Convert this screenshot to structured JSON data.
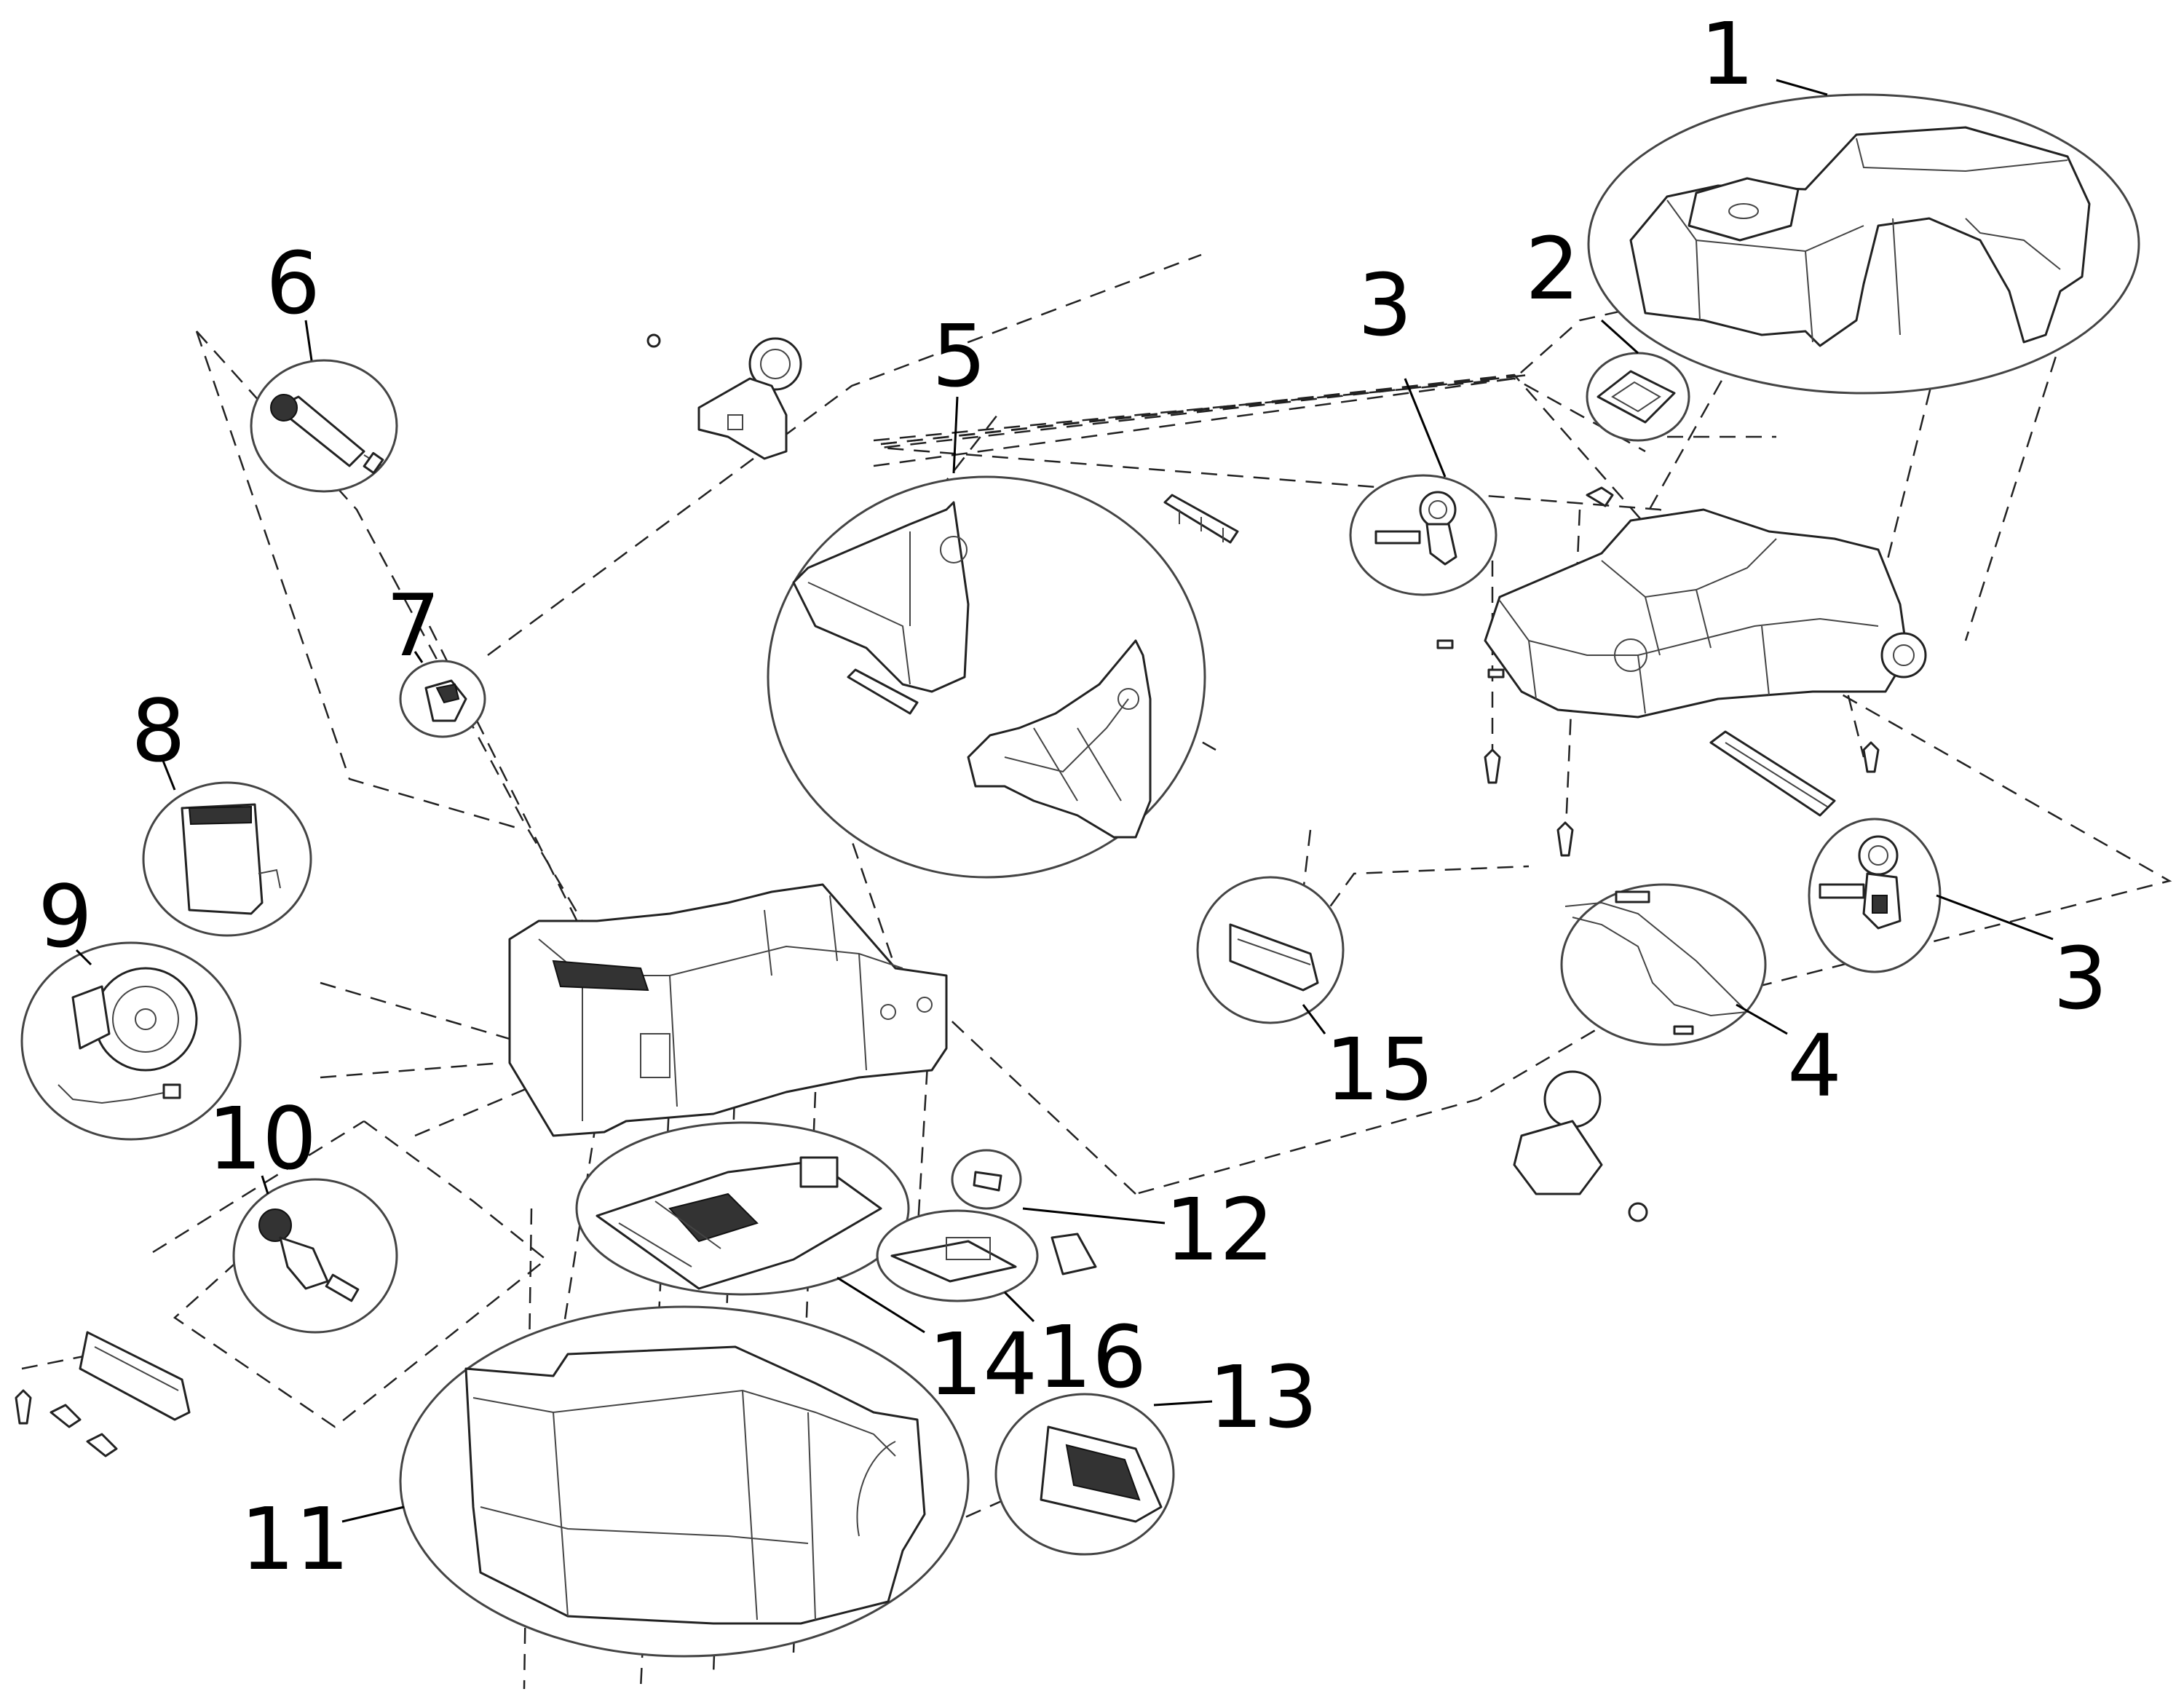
{
  "callouts": [
    {
      "id": "1",
      "label": "1"
    },
    {
      "id": "2",
      "label": "2"
    },
    {
      "id": "3a",
      "label": "3"
    },
    {
      "id": "3b",
      "label": "3"
    },
    {
      "id": "4",
      "label": "4"
    },
    {
      "id": "5",
      "label": "5"
    },
    {
      "id": "6",
      "label": "6"
    },
    {
      "id": "7",
      "label": "7"
    },
    {
      "id": "8",
      "label": "8"
    },
    {
      "id": "9",
      "label": "9"
    },
    {
      "id": "10",
      "label": "10"
    },
    {
      "id": "11",
      "label": "11"
    },
    {
      "id": "12",
      "label": "12"
    },
    {
      "id": "13",
      "label": "13"
    },
    {
      "id": "14",
      "label": "14"
    },
    {
      "id": "15",
      "label": "15"
    },
    {
      "id": "16",
      "label": "16"
    }
  ]
}
